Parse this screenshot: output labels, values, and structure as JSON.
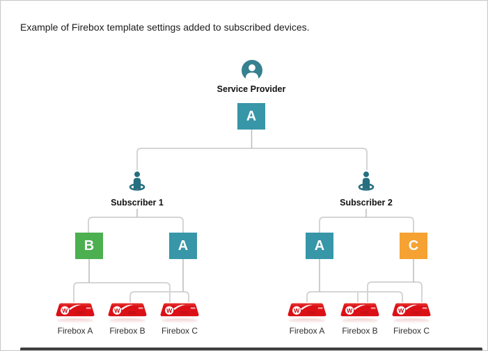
{
  "title": "Example of Firebox template settings added to subscribed devices.",
  "colors": {
    "teal": "#3796A8",
    "green": "#4CAF50",
    "orange": "#F5A233",
    "firebox_red": "#DB1016",
    "icon_teal": "#266F80",
    "avatar_teal": "#36818F",
    "connector_gray": "#D5D5D5"
  },
  "icons": {
    "service_provider": "user-avatar-icon",
    "subscriber": "person-presence-icon",
    "firebox": "firebox-device-icon"
  },
  "service_provider": {
    "label": "Service Provider",
    "template": {
      "label": "A",
      "color": "#3796A8"
    }
  },
  "subscribers": [
    {
      "label": "Subscriber 1",
      "templates": [
        {
          "label": "B",
          "color": "#4CAF50"
        },
        {
          "label": "A",
          "color": "#3796A8"
        }
      ],
      "fireboxes": [
        {
          "label": "Firebox A"
        },
        {
          "label": "Firebox B"
        },
        {
          "label": "Firebox C"
        }
      ],
      "template_assignments": [
        {
          "template": "B",
          "devices": [
            "Firebox A",
            "Firebox C"
          ]
        },
        {
          "template": "A",
          "devices": [
            "Firebox B",
            "Firebox C"
          ]
        }
      ]
    },
    {
      "label": "Subscriber 2",
      "templates": [
        {
          "label": "A",
          "color": "#3796A8"
        },
        {
          "label": "C",
          "color": "#F5A233"
        }
      ],
      "fireboxes": [
        {
          "label": "Firebox A"
        },
        {
          "label": "Firebox B"
        },
        {
          "label": "Firebox C"
        }
      ],
      "template_assignments": [
        {
          "template": "A",
          "devices": [
            "Firebox A",
            "Firebox B",
            "Firebox C"
          ]
        },
        {
          "template": "C",
          "devices": [
            "Firebox B",
            "Firebox C"
          ]
        }
      ]
    }
  ]
}
